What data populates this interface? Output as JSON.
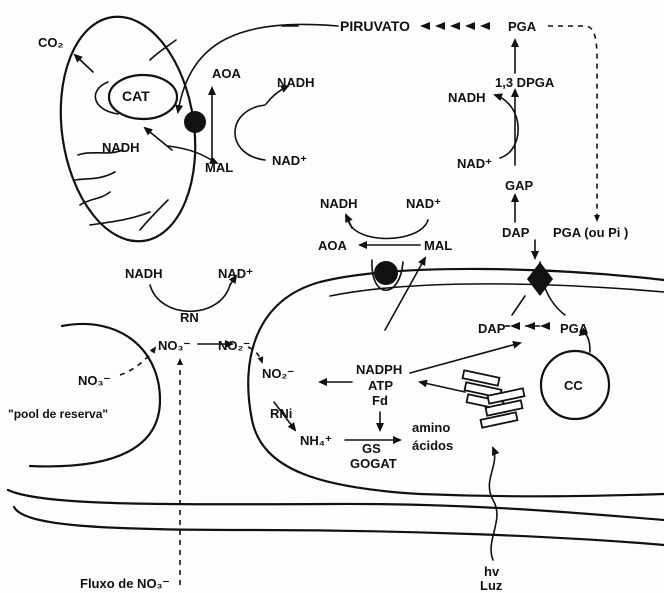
{
  "labels": {
    "co2": "CO₂",
    "cat": "CAT",
    "aoa_top": "AOA",
    "nadh_mito_right": "NADH",
    "nadh_mito_left": "NADH",
    "mal_top": "MAL",
    "nad_plus_top": "NAD⁺",
    "piruvato": "PIRUVATO",
    "pga_top": "PGA",
    "dpga": "1,3 DPGA",
    "nadh_glyc": "NADH",
    "nad_plus_glyc": "NAD⁺",
    "gap": "GAP",
    "dap_upper": "DAP",
    "pga_ou_pi": "PGA (ou Pi )",
    "nadh_mid": "NADH",
    "nad_plus_mid": "NAD⁺",
    "aoa_mid": "AOA",
    "mal_mid": "MAL",
    "nadh_rn": "NADH",
    "nad_plus_rn": "NAD⁺",
    "rn": "RN",
    "no3_vacuole": "NO₃⁻",
    "no3_cyto": "NO₃⁻",
    "no2_cyto": "NO₂⁻",
    "pool": "\"pool de reserva\"",
    "dap_chloro": "DAP",
    "pga_chloro": "PGA",
    "cc": "CC",
    "no2_chloro": "NO₂⁻",
    "nadph": "NADPH",
    "atp": "ATP",
    "fd": "Fd",
    "rni": "RNi",
    "nh4": "NH₄⁺",
    "amino": "amino",
    "acidos": "ácidos",
    "gs": "GS",
    "gogat": "GOGAT",
    "hv": "hv",
    "fluxo": "Fluxo de NO₃⁻",
    "luz": "Luz"
  }
}
